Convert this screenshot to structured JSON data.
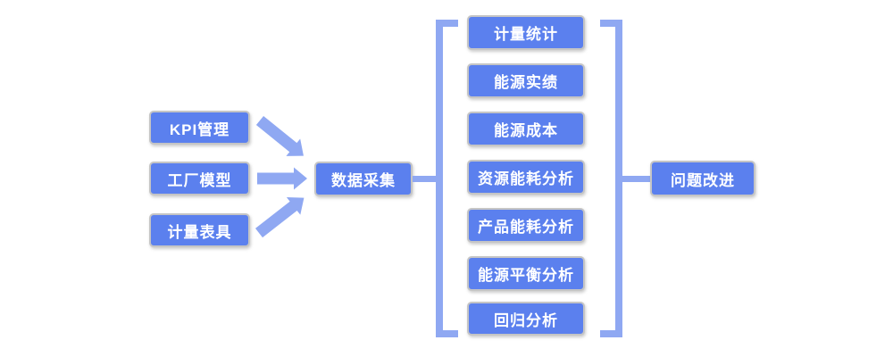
{
  "diagram": {
    "colors": {
      "box_fill": "#5b80ee",
      "box_border": "#c5c5c5",
      "box_text": "#ffffff",
      "connector": "#8fa8f2",
      "background": "#ffffff"
    },
    "inputs": [
      {
        "label": "KPI管理"
      },
      {
        "label": "工厂模型"
      },
      {
        "label": "计量表具"
      }
    ],
    "collector": {
      "label": "数据采集"
    },
    "analyses": [
      {
        "label": "计量统计"
      },
      {
        "label": "能源实绩"
      },
      {
        "label": "能源成本"
      },
      {
        "label": "资源能耗分析"
      },
      {
        "label": "产品能耗分析"
      },
      {
        "label": "能源平衡分析"
      },
      {
        "label": "回归分析"
      }
    ],
    "output": {
      "label": "问题改进"
    },
    "icons": {
      "arrows": [
        "arrow-down-right-icon",
        "arrow-right-icon",
        "arrow-up-right-icon"
      ]
    }
  }
}
